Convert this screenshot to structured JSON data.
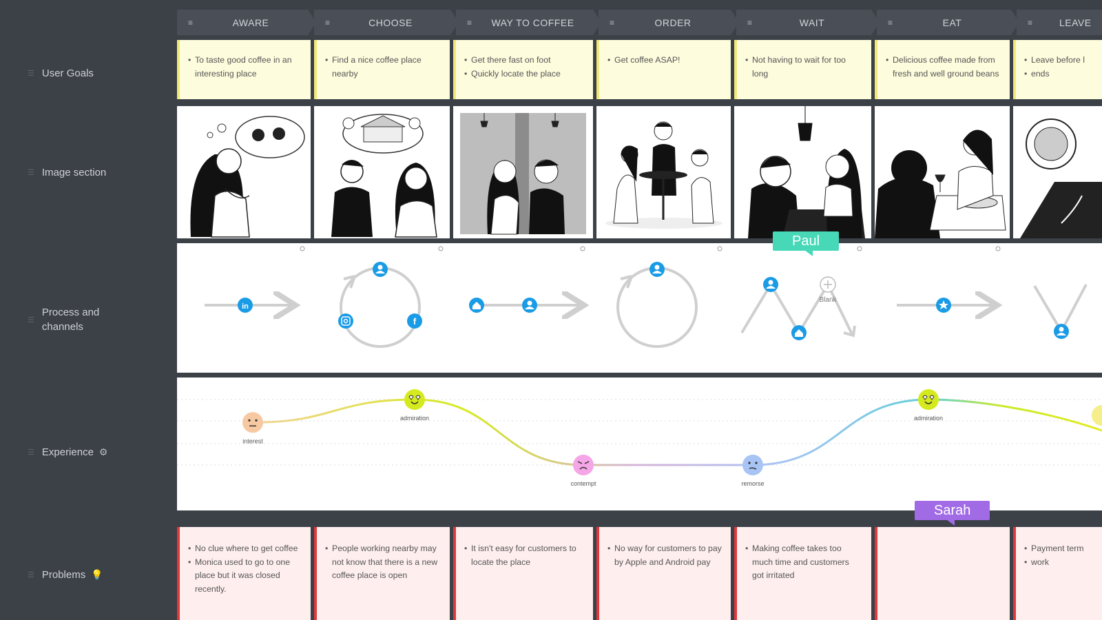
{
  "rows": {
    "user_goals": "User Goals",
    "image_section": "Image section",
    "process_line1": "Process and",
    "process_line2": "channels",
    "experience": "Experience",
    "problems": "Problems"
  },
  "stages": [
    {
      "name": "AWARE"
    },
    {
      "name": "CHOOSE"
    },
    {
      "name": "WAY TO COFFEE"
    },
    {
      "name": "ORDER"
    },
    {
      "name": "WAIT"
    },
    {
      "name": "EAT"
    },
    {
      "name": "LEAVE"
    }
  ],
  "menu_glyph": "≡",
  "goals": [
    [
      "To taste good coffee in an interesting place"
    ],
    [
      "Find a nice coffee place nearby"
    ],
    [
      "Get there fast on foot",
      "Quickly locate the place"
    ],
    [
      "Get coffee ASAP!"
    ],
    [
      "Not having to wait for too long"
    ],
    [
      "Delicious coffee made from fresh and well ground beans"
    ],
    [
      "Leave before l",
      "ends"
    ]
  ],
  "process": {
    "blank_label": "Blank",
    "icons": [
      "linkedin-icon",
      "user-icon",
      "instagram-icon",
      "facebook-icon",
      "home-icon",
      "star-icon",
      "plus-icon"
    ],
    "accent": "#1a9be6"
  },
  "experience": {
    "points": [
      {
        "emotion": "interest",
        "level": 0.35,
        "color": "#f7c9a3"
      },
      {
        "emotion": "admiration",
        "level": 0.0,
        "color": "#d5ea1e"
      },
      {
        "emotion": "contempt",
        "level": 1.0,
        "color": "#f4a6e6"
      },
      {
        "emotion": "remorse",
        "level": 1.0,
        "color": "#a8c4f4"
      },
      {
        "emotion": "admiration",
        "level": 0.0,
        "color": "#d5ea1e"
      }
    ]
  },
  "problems": [
    [
      "No clue where to get coffee",
      "Monica used to go to one place but it was closed recently."
    ],
    [
      "People working nearby may not know that there is a new coffee place is open"
    ],
    [
      "It isn't easy for customers to locate the place"
    ],
    [
      "No way for customers to pay by Apple and Android pay"
    ],
    [
      "Making coffee takes too much time and customers got irritated"
    ],
    [],
    [
      "Payment term",
      "work"
    ]
  ],
  "cursors": {
    "paul": "Paul",
    "sarah": "Sarah"
  },
  "colors": {
    "goal_bg": "#fdfcdd",
    "goal_border": "#f0e97a",
    "problem_bg": "#feeeee",
    "problem_border": "#e0393a",
    "paul": "#47d8b8",
    "sarah": "#a26be6"
  }
}
